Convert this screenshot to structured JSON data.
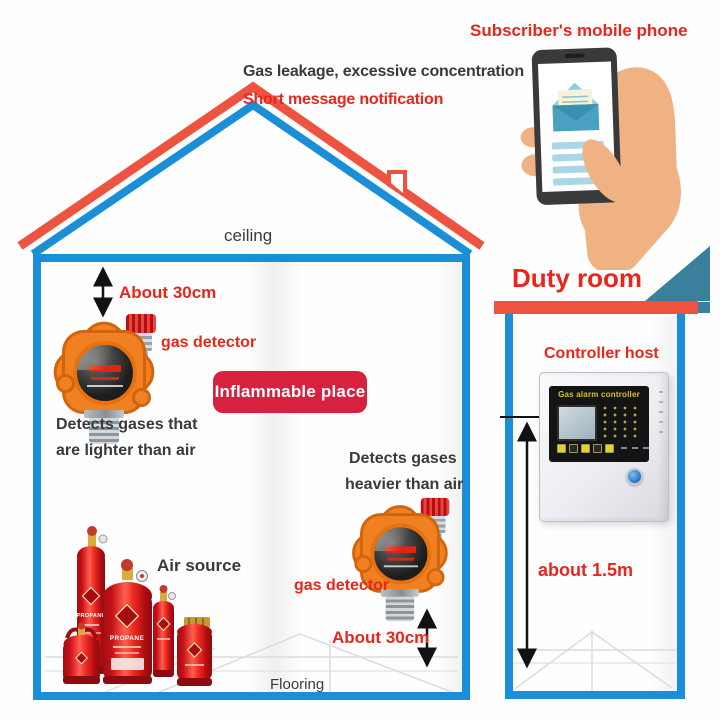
{
  "header": {
    "black_line": "Gas leakage, excessive concentration",
    "red_line": "Short message notification"
  },
  "phone_area": {
    "title": "Subscriber's mobile phone"
  },
  "house": {
    "ceiling_label": "ceiling",
    "flooring_label": "Flooring",
    "upper_detector": {
      "clearance": "About 30cm",
      "name": "gas detector",
      "desc_line1": "Detects gases that",
      "desc_line2": "are lighter than air"
    },
    "inflammable_tag": "Inflammable place",
    "lower_detector": {
      "desc_line1": "Detects gases",
      "desc_line2": "heavier than air",
      "name": "gas detector",
      "clearance": "About 30cm"
    },
    "air_source_label": "Air source",
    "cylinder_brand": "PROPANE"
  },
  "duty_room": {
    "title": "Duty room",
    "controller_label": "Controller host",
    "controller_panel_title": "Gas alarm controller",
    "mounting_height": "about 1.5m"
  },
  "colors": {
    "wall_blue": "#1b8ed8",
    "roof_red": "#ee5340",
    "accent_red_text": "#e8261c",
    "tag_crimson": "#d7213e",
    "teal_triangle": "#3a809c",
    "hand_skin": "#f0b183",
    "message_teal": "#4aa0c0",
    "cylinder_red": "#d8141c",
    "detector_orange": "#f08122",
    "panel_black": "#141414",
    "panel_title_yellow": "#d9c21f"
  }
}
